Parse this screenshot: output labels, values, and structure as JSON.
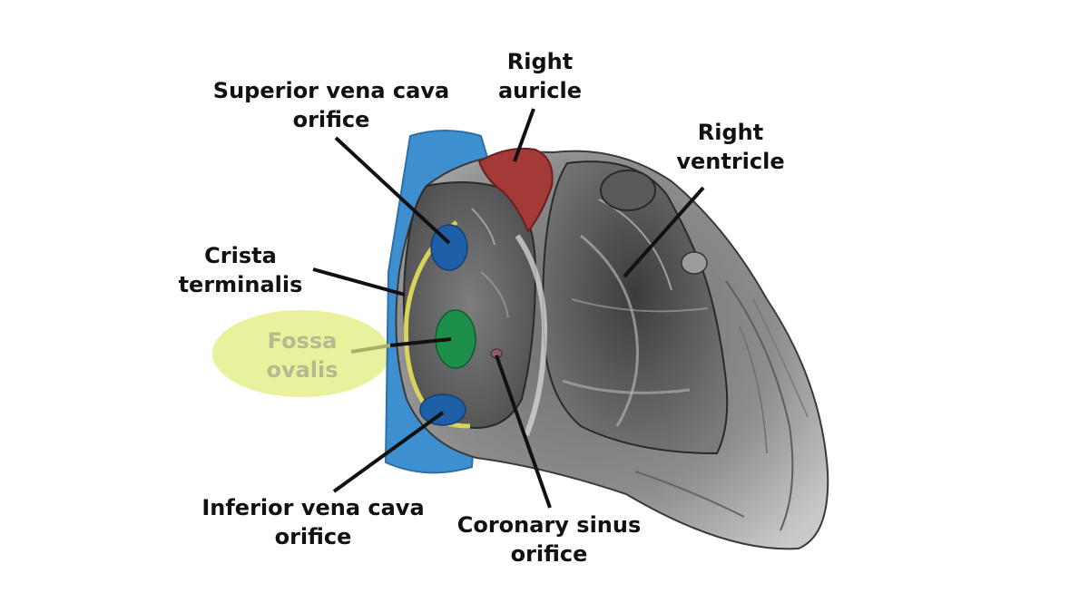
{
  "labels": {
    "superior_vena_cava": {
      "line1": "Superior vena cava",
      "line2": "orifice"
    },
    "right_auricle": {
      "line1": "Right",
      "line2": "auricle"
    },
    "right_ventricle": {
      "line1": "Right",
      "line2": "ventricle"
    },
    "crista_terminalis": {
      "line1": "Crista",
      "line2": "terminalis"
    },
    "fossa_ovalis": {
      "line1": "Fossa",
      "line2": "ovalis"
    },
    "inferior_vena_cava": {
      "line1": "Inferior vena cava",
      "line2": "orifice"
    },
    "coronary_sinus": {
      "line1": "Coronary sinus",
      "line2": "orifice"
    }
  },
  "colors": {
    "vena_cava": "#3e8fd0",
    "vena_cava_orifice": "#1f5fa8",
    "right_auricle": "#a43a38",
    "fossa_ovalis": "#1d8f4a",
    "crista_terminalis": "#d8d45a",
    "fossa_highlight": "#e6ef8c",
    "heart_tissue": "#9a9a9a",
    "leader_line": "#111111"
  }
}
